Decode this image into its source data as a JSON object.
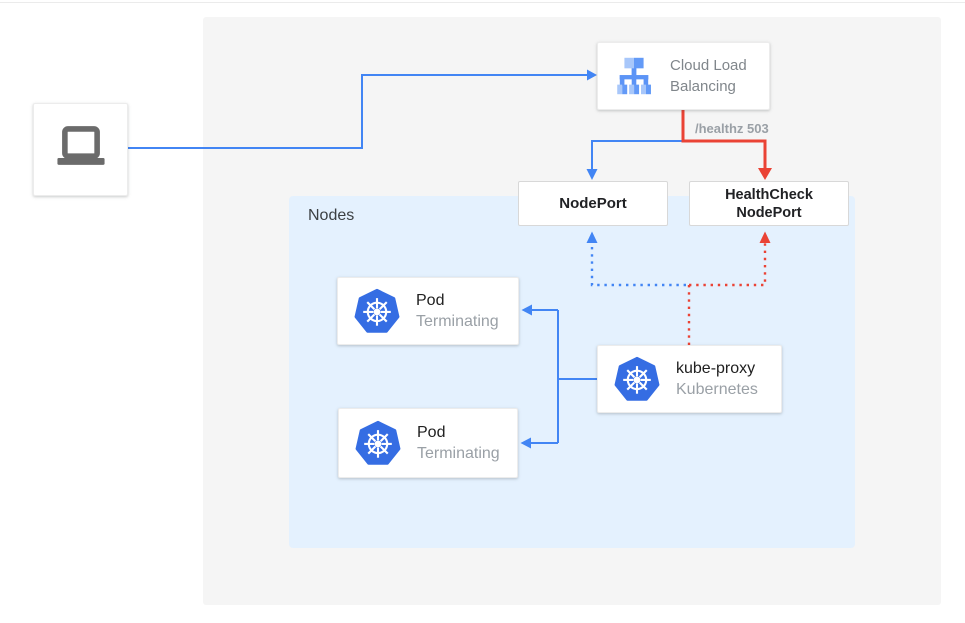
{
  "colors": {
    "blue": "#4285f4",
    "red": "#ea4335",
    "outer_panel_bg": "#f5f5f5",
    "nodes_panel_bg": "#e4f1fe",
    "kubernetes_blue": "#356de3",
    "gray_text": "#80868b",
    "dark_text": "#212121"
  },
  "nodes_panel": {
    "label": "Nodes"
  },
  "clb": {
    "line1": "Cloud Load",
    "line2": "Balancing"
  },
  "edge_label": {
    "healthz": "/healthz 503"
  },
  "nodeport": {
    "label": "NodePort"
  },
  "healthcheck": {
    "line1": "HealthCheck",
    "line2": "NodePort"
  },
  "pods": [
    {
      "title": "Pod",
      "subtitle": "Terminating"
    },
    {
      "title": "Pod",
      "subtitle": "Terminating"
    }
  ],
  "kube_proxy": {
    "title": "kube-proxy",
    "subtitle": "Kubernetes"
  }
}
